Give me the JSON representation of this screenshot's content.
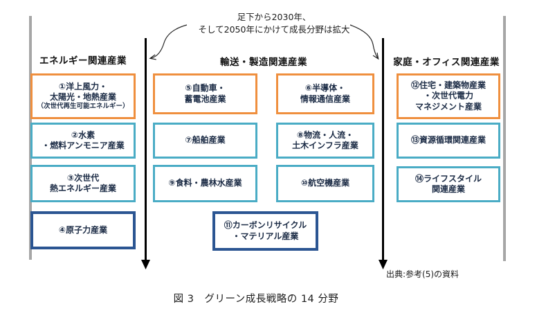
{
  "colors": {
    "orange": "#EF8F3E",
    "teal": "#4AACC5",
    "navy": "#2B5592",
    "gray": "#A6A6A6",
    "line": "#000000",
    "text": "#1B2B45"
  },
  "annotation": {
    "text": "足下から2030年、\nそして2050年にかけて成長分野は拡大"
  },
  "columns": [
    {
      "title": "エネルギー関連産業"
    },
    {
      "title": "輸送・製造関連産業"
    },
    {
      "title": "家庭・オフィス関連産業"
    }
  ],
  "boxes": [
    {
      "id": "1",
      "category": "orange",
      "label": "①洋上風力・\n太陽光・地熱産業",
      "sublabel": "（次世代再生可能エネルギー）"
    },
    {
      "id": "2",
      "category": "teal",
      "label": "②水素\n・燃料アンモニア産業"
    },
    {
      "id": "3",
      "category": "teal",
      "label": "③次世代\n熱エネルギー産業"
    },
    {
      "id": "4",
      "category": "navy",
      "label": "④原子力産業"
    },
    {
      "id": "5",
      "category": "orange",
      "label": "⑤自動車・\n蓄電池産業"
    },
    {
      "id": "6",
      "category": "orange",
      "label": "⑥半導体・\n情報通信産業"
    },
    {
      "id": "7",
      "category": "teal",
      "label": "⑦船舶産業"
    },
    {
      "id": "8",
      "category": "teal",
      "label": "⑧物流・人流・\n土木インフラ産業"
    },
    {
      "id": "9",
      "category": "teal",
      "label": "⑨食料・農林水産業"
    },
    {
      "id": "10",
      "category": "teal",
      "label": "⑩航空機産業"
    },
    {
      "id": "11",
      "category": "navy",
      "label": "⑪カーボンリサイクル\n・マテリアル産業"
    },
    {
      "id": "12",
      "category": "orange",
      "label": "⑫住宅・建築物産業\n・次世代電力\nマネジメント産業"
    },
    {
      "id": "13",
      "category": "teal",
      "label": "⑬資源循環関連産業"
    },
    {
      "id": "14",
      "category": "teal",
      "label": "⑭ライフスタイル\n関連産業"
    }
  ],
  "source": {
    "text": "出典:参考(5)の資料"
  },
  "caption": {
    "text": "図 3　グリーン成長戦略の 14 分野"
  }
}
